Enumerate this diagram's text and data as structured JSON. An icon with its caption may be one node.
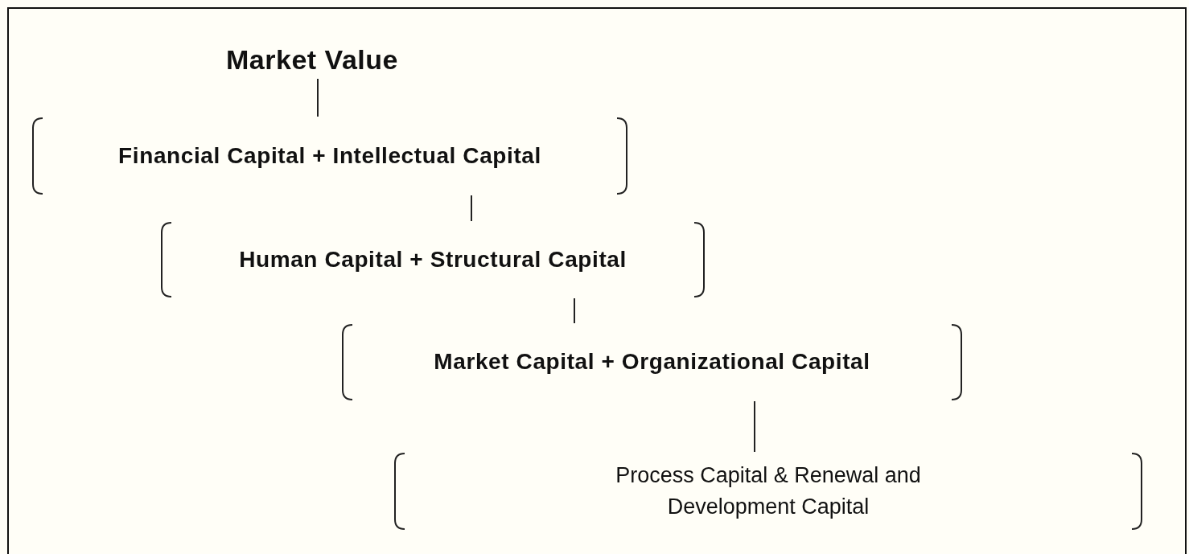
{
  "diagram": {
    "nodes": [
      {
        "text": [
          "Market Value"
        ]
      },
      {
        "text": [
          "Financial Capital + Intellectual Capital"
        ]
      },
      {
        "text": [
          "Human Capital + Structural Capital"
        ]
      },
      {
        "text": [
          "Market Capital + Organizational Capital"
        ]
      },
      {
        "text": [
          "Process Capital & Renewal and Development Capital"
        ]
      }
    ],
    "edges": [
      {
        "from": 0,
        "to": 1,
        "arrow": "none"
      },
      {
        "from": 1,
        "to": 2,
        "arrow": "none"
      },
      {
        "from": 2,
        "to": 3,
        "arrow": "none"
      },
      {
        "from": 3,
        "to": 4,
        "arrow": "none"
      }
    ]
  }
}
